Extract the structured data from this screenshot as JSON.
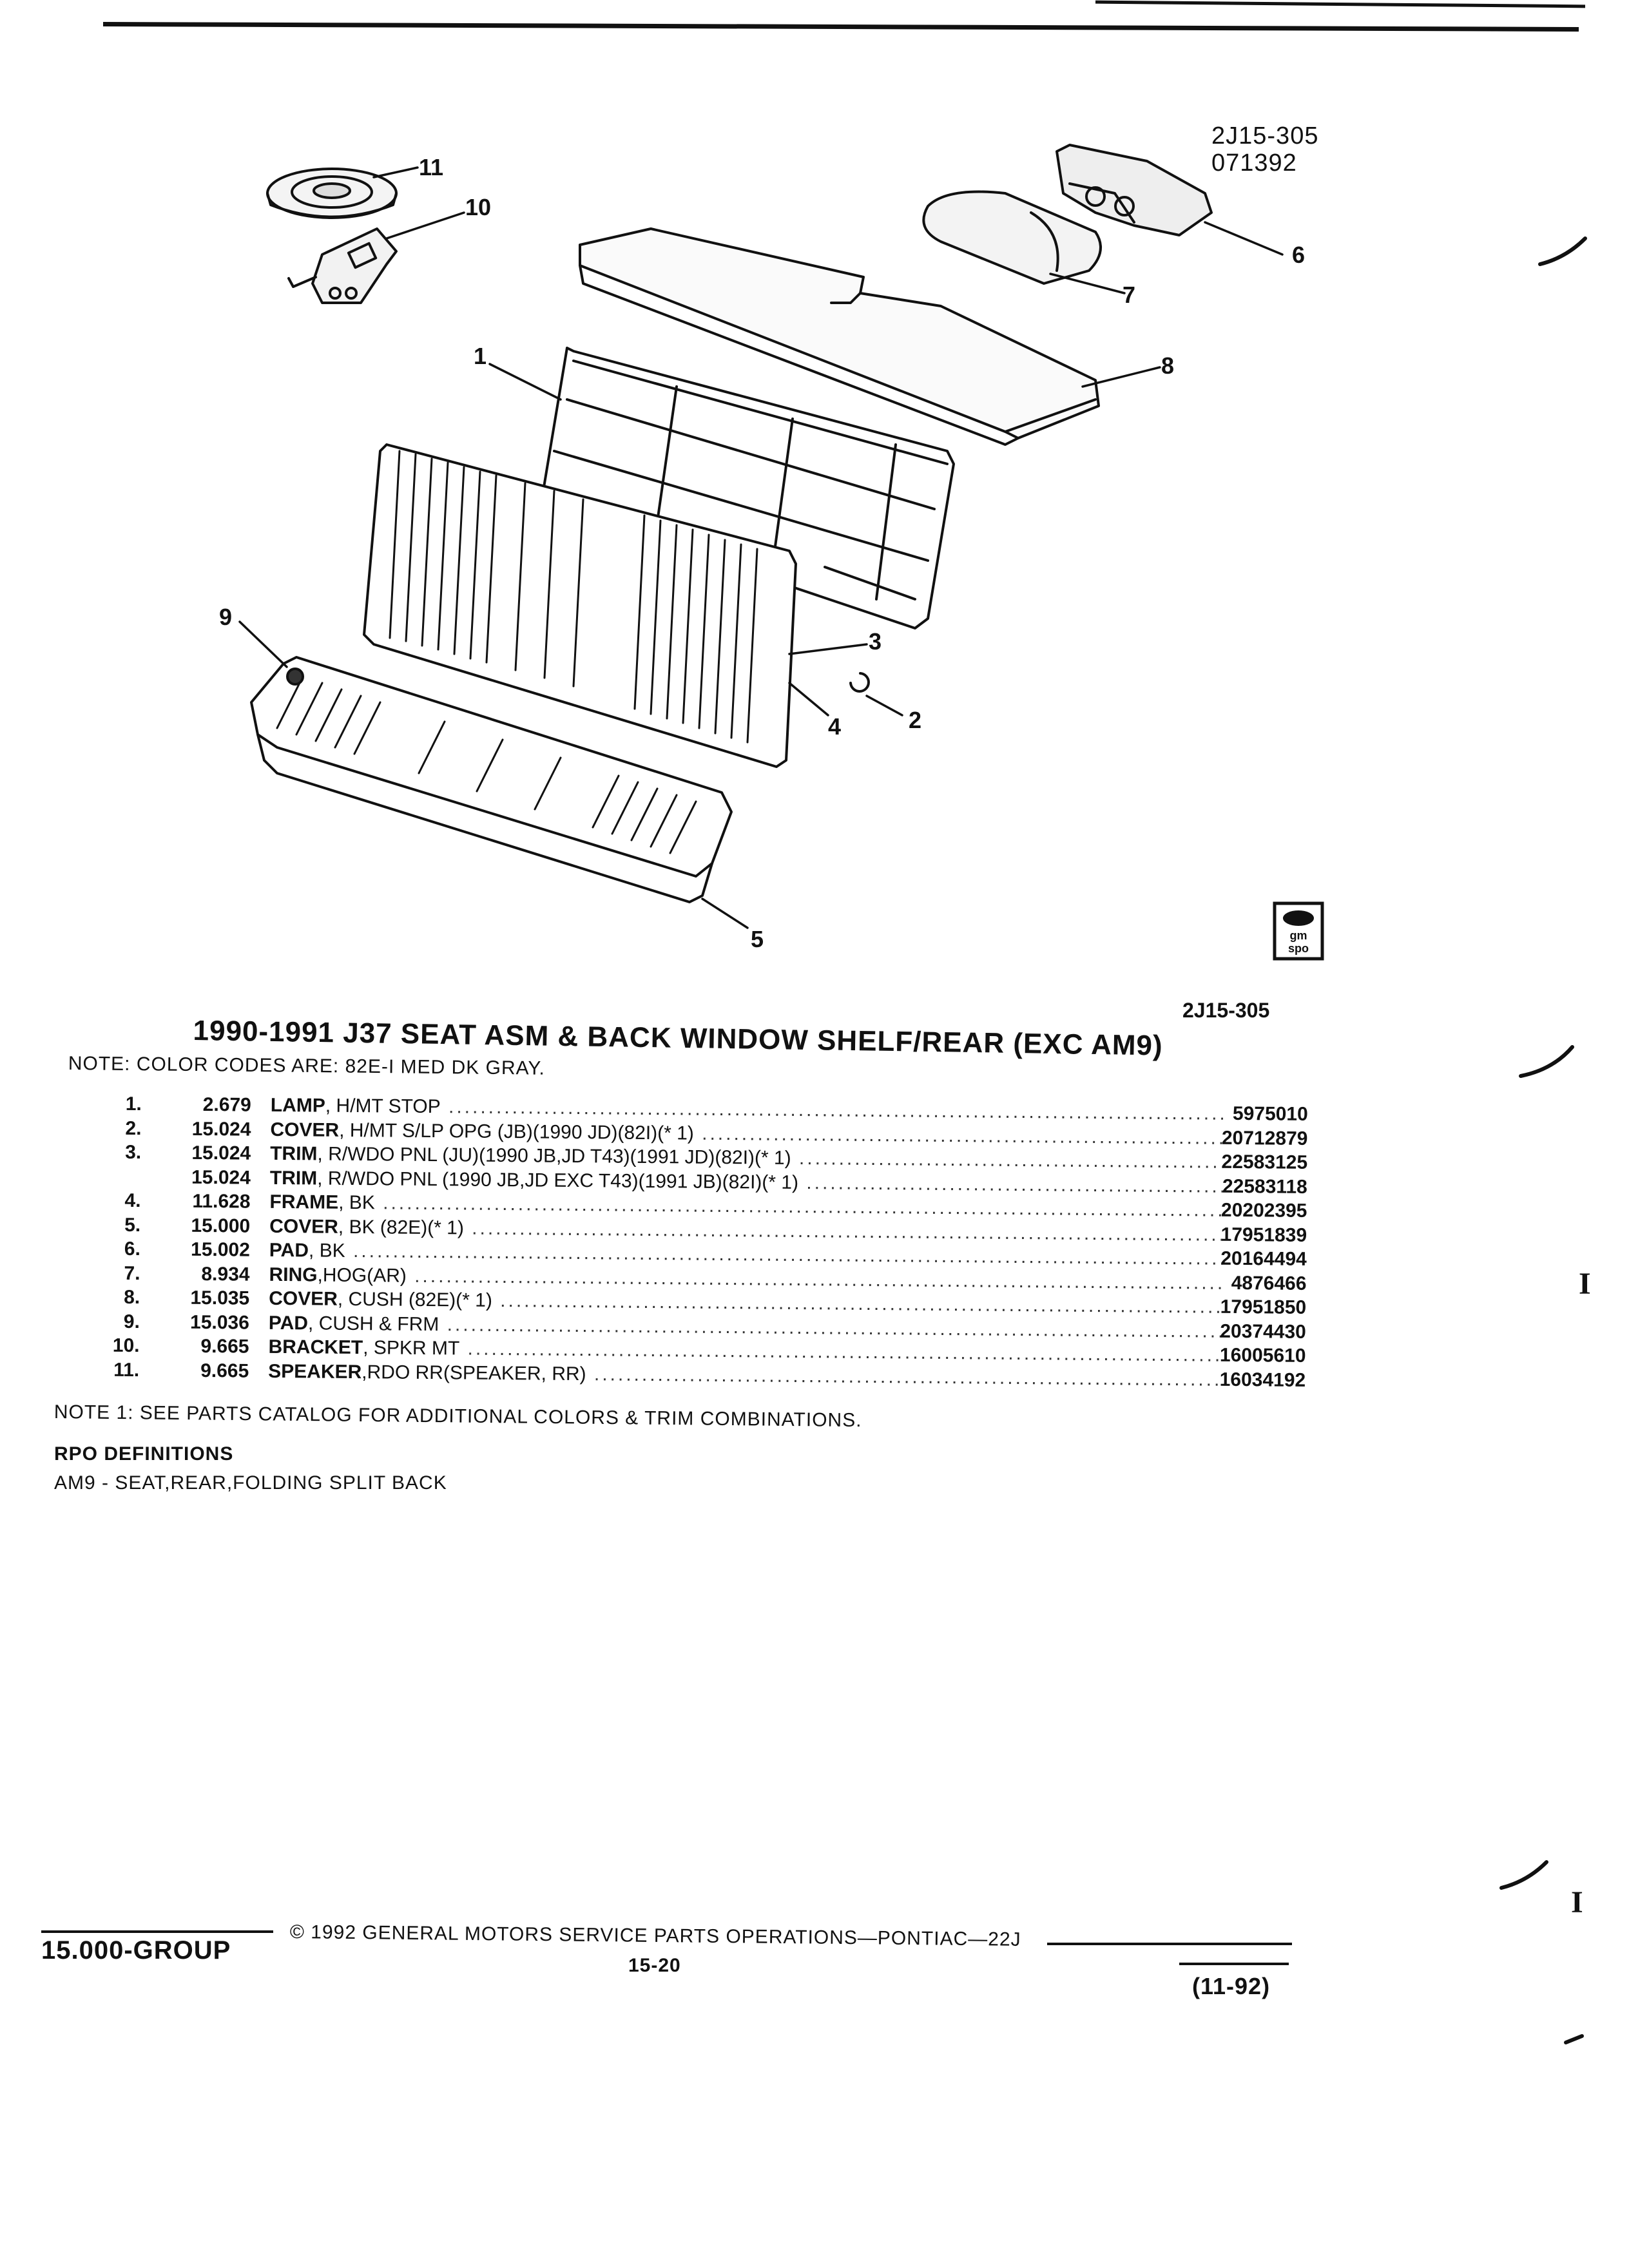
{
  "header": {
    "code": "2J15-305",
    "date_code": "071392"
  },
  "diagram": {
    "callouts": [
      "1",
      "2",
      "3",
      "4",
      "5",
      "6",
      "7",
      "8",
      "9",
      "10",
      "11"
    ],
    "logo_text": "gm spo",
    "ref_code": "2J15-305"
  },
  "title": "1990-1991 J37 SEAT ASM & BACK WINDOW SHELF/REAR (EXC AM9)",
  "note_colors": "NOTE: COLOR CODES ARE: 82E-I MED DK GRAY.",
  "parts": [
    {
      "num": "1.",
      "code": "2.679",
      "name": "LAMP",
      "desc": ", H/MT STOP",
      "part": "5975010"
    },
    {
      "num": "2.",
      "code": "15.024",
      "name": "COVER",
      "desc": ", H/MT S/LP OPG (JB)(1990 JD)(82I)(* 1)",
      "part": "20712879"
    },
    {
      "num": "3.",
      "code": "15.024",
      "name": "TRIM",
      "desc": ", R/WDO PNL (JU)(1990 JB,JD T43)(1991 JD)(82I)(* 1)",
      "part": "22583125"
    },
    {
      "num": "",
      "code": "15.024",
      "name": "TRIM",
      "desc": ", R/WDO PNL (1990 JB,JD EXC T43)(1991 JB)(82I)(* 1)",
      "part": "22583118"
    },
    {
      "num": "4.",
      "code": "11.628",
      "name": "FRAME",
      "desc": ", BK",
      "part": "20202395"
    },
    {
      "num": "5.",
      "code": "15.000",
      "name": "COVER",
      "desc": ", BK (82E)(* 1)",
      "part": "17951839"
    },
    {
      "num": "6.",
      "code": "15.002",
      "name": "PAD",
      "desc": ", BK",
      "part": "20164494"
    },
    {
      "num": "7.",
      "code": "8.934",
      "name": "RING",
      "desc": ",HOG(AR)",
      "part": "4876466"
    },
    {
      "num": "8.",
      "code": "15.035",
      "name": "COVER",
      "desc": ", CUSH (82E)(* 1)",
      "part": "17951850"
    },
    {
      "num": "9.",
      "code": "15.036",
      "name": "PAD",
      "desc": ", CUSH & FRM",
      "part": "20374430"
    },
    {
      "num": "10.",
      "code": "9.665",
      "name": "BRACKET",
      "desc": ", SPKR MT",
      "part": "16005610"
    },
    {
      "num": "11.",
      "code": "9.665",
      "name": "SPEAKER",
      "desc": ",RDO RR(SPEAKER, RR)",
      "part": "16034192"
    }
  ],
  "note1": "NOTE  1:  SEE PARTS CATALOG FOR ADDITIONAL COLORS & TRIM COMBINATIONS.",
  "rpo": {
    "heading": "RPO DEFINITIONS",
    "item": "AM9 - SEAT,REAR,FOLDING SPLIT BACK"
  },
  "footer": {
    "group": "15.000-GROUP",
    "copyright": "©  1992  GENERAL MOTORS SERVICE PARTS OPERATIONS—PONTIAC—22J",
    "page": "15-20",
    "date": "(11-92)"
  },
  "margin_marks": [
    "I",
    "I"
  ]
}
